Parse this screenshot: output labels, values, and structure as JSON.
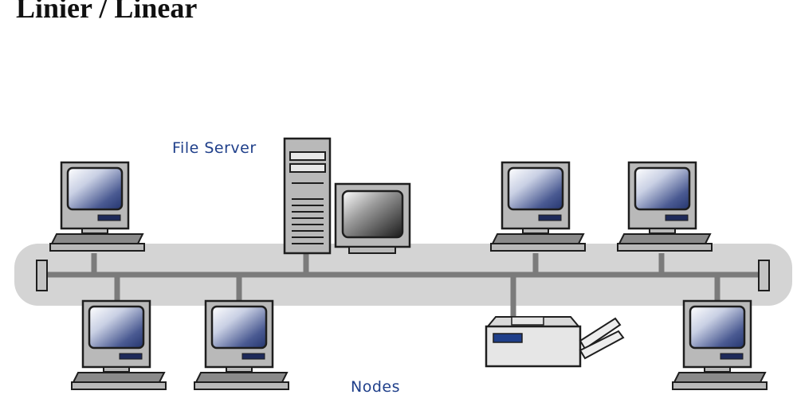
{
  "title": "Linier / Linear",
  "labels": {
    "file_server": "File Server",
    "nodes": "Nodes"
  },
  "colors": {
    "band": "#d4d4d4",
    "cable": "#7b7b7b",
    "device_gray": "#b9b9b9",
    "outline": "#1e1e1e",
    "label_blue": "#1f3f8a",
    "screen_blue": "#24356e"
  },
  "icons": [
    "desktop-computer-icon",
    "file-server-tower-icon",
    "server-monitor-icon",
    "printer-icon"
  ]
}
